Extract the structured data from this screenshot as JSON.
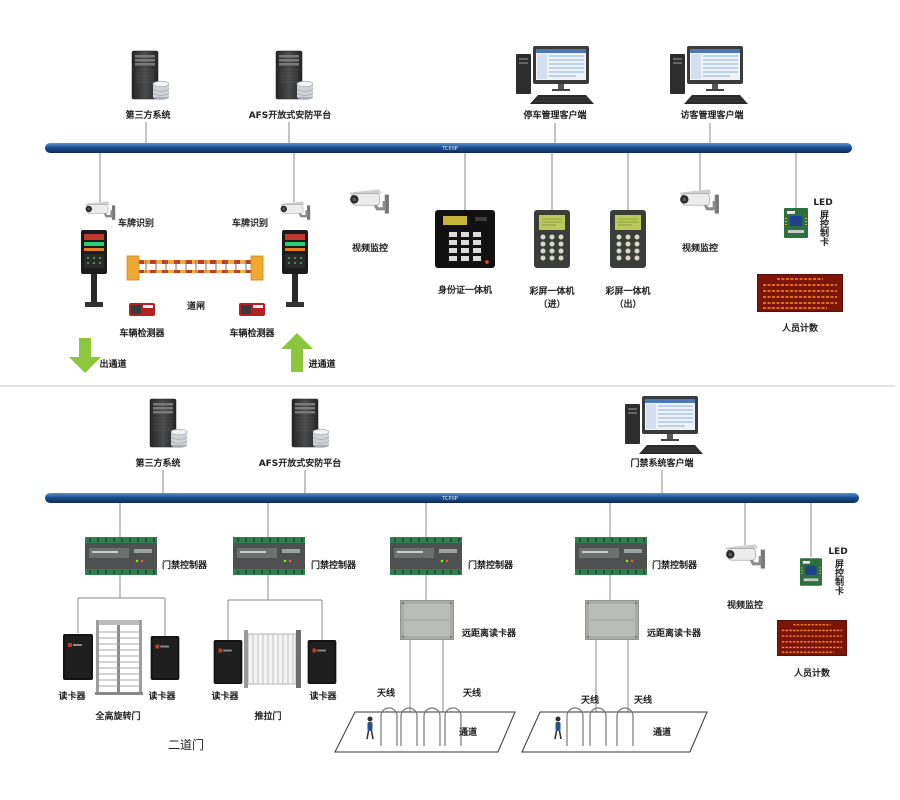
{
  "top_section": {
    "bus_label": "TCP/IP",
    "third_party": "第三方系统",
    "afs_platform": "AFS开放式安防平台",
    "parking_client": "停车管理客户端",
    "visitor_client": "访客管理客户端",
    "plate_recognition_left": "车牌识别",
    "plate_recognition_right": "车牌识别",
    "barrier_gate": "道闸",
    "vehicle_detector_left": "车辆检测器",
    "vehicle_detector_right": "车辆检测器",
    "exit_lane": "出通道",
    "entry_lane": "进通道",
    "video_monitor_left": "视频监控",
    "id_card_terminal": "身份证一体机",
    "color_terminal_in": {
      "name": "彩屏一体机",
      "direction": "（进）"
    },
    "color_terminal_out": {
      "name": "彩屏一体机",
      "direction": "（出）"
    },
    "video_monitor_right": "视频监控",
    "led_card": {
      "prefix": "LED",
      "rest": "屏控制卡"
    },
    "people_counting": "人员计数"
  },
  "bottom_section": {
    "bus_label": "TCP/IP",
    "third_party": "第三方系统",
    "afs_platform": "AFS开放式安防平台",
    "access_client": "门禁系统客户端",
    "controllers": [
      "门禁控制器",
      "门禁控制器",
      "门禁控制器",
      "门禁控制器"
    ],
    "readers": [
      "读卡器",
      "读卡器",
      "读卡器",
      "读卡器"
    ],
    "full_height_turnstile": "全高旋转门",
    "swing_gate": "推拉门",
    "second_door": "二道门",
    "long_range_readers": [
      "远距离读卡器",
      "远距离读卡器"
    ],
    "antennas": [
      "天线",
      "天线",
      "天线",
      "天线"
    ],
    "lanes": [
      "通道",
      "通道"
    ],
    "video_monitor": "视频监控",
    "led_card": {
      "prefix": "LED",
      "rest": "屏控制卡"
    },
    "people_counting": "人员计数"
  },
  "colors": {
    "bus": "#1d4f8f",
    "arrow": "#8cc63f",
    "led_screen": "#7a1508",
    "barrier_post": "#f0a830"
  },
  "icons": [
    "server-icon",
    "computer-icon",
    "camera-icon",
    "plate-recognition-post-icon",
    "barrier-gate-icon",
    "vehicle-detector-icon",
    "arrow-down-icon",
    "arrow-up-icon",
    "id-card-terminal-icon",
    "color-screen-terminal-icon",
    "led-control-card-icon",
    "led-screen-icon",
    "access-controller-icon",
    "card-reader-icon",
    "turnstile-icon",
    "swing-gate-icon",
    "long-range-reader-icon",
    "lane-floor-icon",
    "person-icon"
  ]
}
